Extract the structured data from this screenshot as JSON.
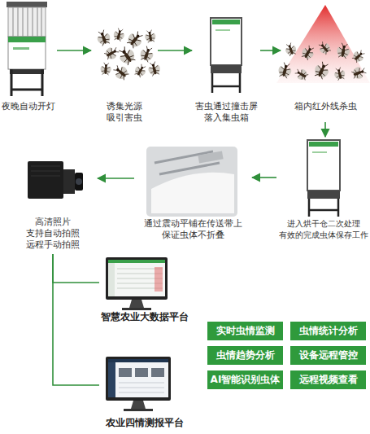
{
  "diagram": {
    "nodes": [
      {
        "text": [
          "夜晚自动开灯"
        ]
      },
      {
        "text": [
          "诱集光源 吸引害虫"
        ]
      },
      {
        "text": [
          "害虫通过撞击屏 落入集虫箱"
        ]
      },
      {
        "text": [
          "箱内红外线杀虫"
        ]
      },
      {
        "text": [
          "进入烘干仓二次处理 有效的完成虫体保存工作"
        ]
      },
      {
        "text": [
          "通过震动平铺在传送带上 保证虫体不折叠"
        ]
      },
      {
        "text": [
          "高清照片 支持自动拍照 远程手动拍照"
        ]
      },
      {
        "text": [
          "智慧农业大数据平台"
        ]
      },
      {
        "text": [
          "农业四情测报平台"
        ]
      },
      {
        "text": [
          "实时虫情监测"
        ]
      },
      {
        "text": [
          "虫情统计分析"
        ]
      },
      {
        "text": [
          "虫情趋势分析"
        ]
      },
      {
        "text": [
          "设备远程管控"
        ]
      },
      {
        "text": [
          "AI智能识别虫体"
        ]
      },
      {
        "text": [
          "远程视频查看"
        ]
      }
    ],
    "edges": [
      {
        "from": 0,
        "to": 1,
        "arrow": "to"
      },
      {
        "from": 1,
        "to": 2,
        "arrow": "to"
      },
      {
        "from": 2,
        "to": 3,
        "arrow": "to"
      },
      {
        "from": 3,
        "to": 4,
        "arrow": "to"
      },
      {
        "from": 4,
        "to": 5,
        "arrow": "to"
      },
      {
        "from": 5,
        "to": 6,
        "arrow": "to"
      },
      {
        "from": 6,
        "to": 7,
        "arrow": "none"
      },
      {
        "from": 6,
        "to": 8,
        "arrow": "none"
      }
    ]
  }
}
